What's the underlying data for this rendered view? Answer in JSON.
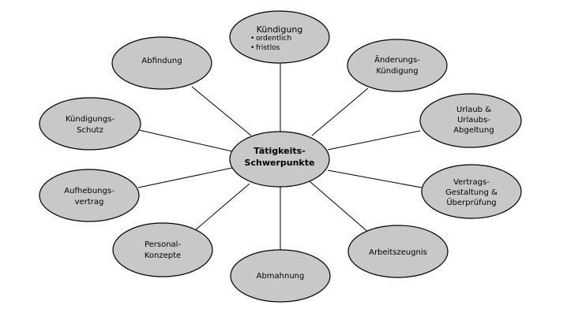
{
  "center": {
    "lines": [
      "Tätigkeits-",
      "Schwerpunkte"
    ]
  },
  "nodes": {
    "kuendigung": {
      "title": "Kündigung",
      "bullets": [
        "ordentlich",
        "fristlos"
      ]
    },
    "aenderungskuendigung": {
      "lines": [
        "Änderungs-",
        "Kündigung"
      ]
    },
    "urlaub": {
      "lines": [
        "Urlaub &",
        "Urlaubs-",
        "Abgeltung"
      ]
    },
    "vertragsgestaltung": {
      "lines": [
        "Vertrags-",
        "Gestaltung &",
        "Überprüfung"
      ]
    },
    "arbeitszeugnis": {
      "lines": [
        "Arbeitszeugnis"
      ]
    },
    "abmahnung": {
      "lines": [
        "Abmahnung"
      ]
    },
    "personalkonzepte": {
      "lines": [
        "Personal-",
        "Konzepte"
      ]
    },
    "aufhebungsvertrag": {
      "lines": [
        "Aufhebungs-",
        "vertrag"
      ]
    },
    "kuendigungsschutz": {
      "lines": [
        "Kündigungs-",
        "Schutz"
      ]
    },
    "abfindung": {
      "lines": [
        "Abfindung"
      ]
    }
  },
  "colors": {
    "ellipse_fill": "#c8c8c8",
    "stroke": "#000000"
  }
}
